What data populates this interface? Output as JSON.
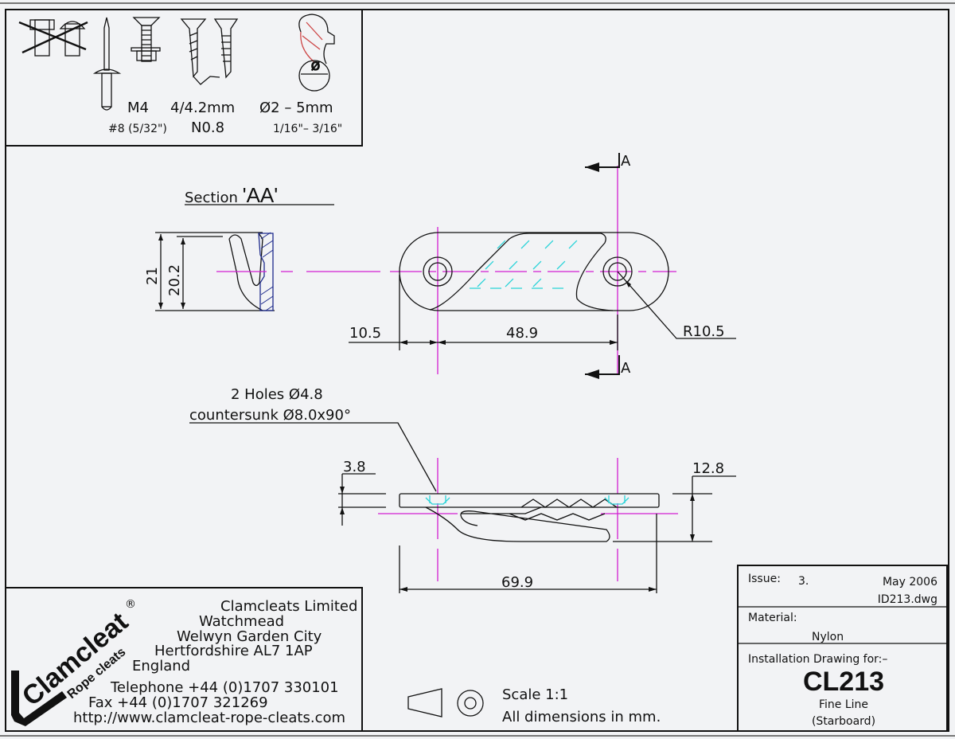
{
  "fasteners": {
    "rivet_size": "M4",
    "screw_size": "4/4.2mm",
    "rope_size": "Ø2 – 5mm",
    "rivet_imperial": "#8 (5/32\")",
    "screw_number": "N0.8",
    "rope_imperial": "1/16\"– 3/16\"",
    "rope_diameter_symbol": "Ø"
  },
  "section": {
    "title": "Section ",
    "title_suffix": "'AA'",
    "dim_outer": "21",
    "dim_inner": "20.2"
  },
  "plan": {
    "section_marker_top": "A",
    "section_marker_bottom": "A",
    "dim_end": "10.5",
    "dim_centers": "48.9",
    "dim_radius": "R10.5"
  },
  "holes_note": {
    "line1": "2 Holes Ø4.8",
    "line2": "countersunk Ø8.0x90°"
  },
  "side": {
    "dim_thickness": "3.8",
    "dim_height": "12.8",
    "dim_length": "69.9"
  },
  "company": {
    "logo_main": "Clamcleat",
    "logo_sub": "Rope cleats",
    "logo_mark": "®",
    "name": "Clamcleats Limited",
    "address1": "Watchmead",
    "address2": "Welwyn Garden City",
    "address3": "Hertfordshire AL7 1AP",
    "country": "England",
    "telephone": "Telephone +44 (0)1707 330101",
    "fax": "Fax +44 (0)1707 321269",
    "web": "http://www.clamcleat-rope-cleats.com"
  },
  "scale": {
    "scale_label": "Scale 1:1",
    "units_label": "All dimensions in mm."
  },
  "title_block": {
    "issue_label": "Issue:",
    "issue_value": "3.",
    "date": "May 2006",
    "file": "ID213.dwg",
    "material_label": "Material:",
    "material_value": "Nylon",
    "drawing_for_label": "Installation Drawing for:–",
    "part_number": "CL213",
    "part_name": "Fine Line",
    "part_variant": "(Starboard)"
  }
}
